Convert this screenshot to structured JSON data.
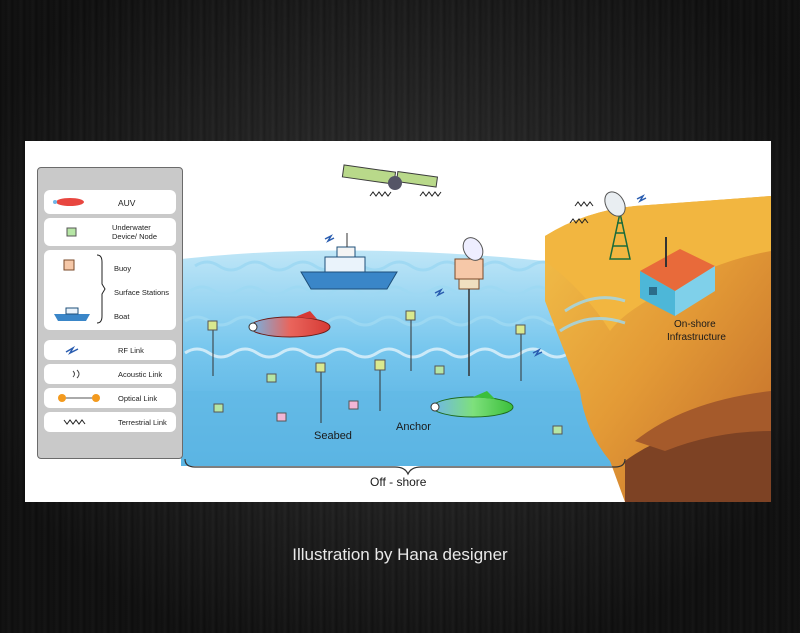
{
  "legend": {
    "items": [
      {
        "label": "AUV",
        "icon": "auv-icon"
      },
      {
        "label": "Underwater Device/ Node",
        "icon": "node-icon"
      },
      {
        "label": "Buoy",
        "icon": "buoy-icon"
      },
      {
        "label": "Surface Stations",
        "icon": "bracket-icon"
      },
      {
        "label": "Boat",
        "icon": "boat-icon"
      },
      {
        "label": "RF Link",
        "icon": "rf-link-icon"
      },
      {
        "label": "Acoustic Link",
        "icon": "acoustic-link-icon"
      },
      {
        "label": "Optical Link",
        "icon": "optical-link-icon"
      },
      {
        "label": "Terrestrial Link",
        "icon": "terrestrial-link-icon"
      }
    ]
  },
  "labels": {
    "seabed": "Seabed",
    "anchor": "Anchor",
    "offshore": "Off - shore",
    "onshore_1": "On-shore",
    "onshore_2": "Infrastructure"
  },
  "caption": "Illustration by Hana designer",
  "colors": {
    "sea": "#6cc3ec",
    "deep_sea": "#4fb2e3",
    "cliff": "#e8a53a",
    "cliff_dark": "#8a4a26",
    "auv_red": "#e8463f",
    "auv_green": "#4ad24a",
    "boat": "#3a86c8"
  }
}
